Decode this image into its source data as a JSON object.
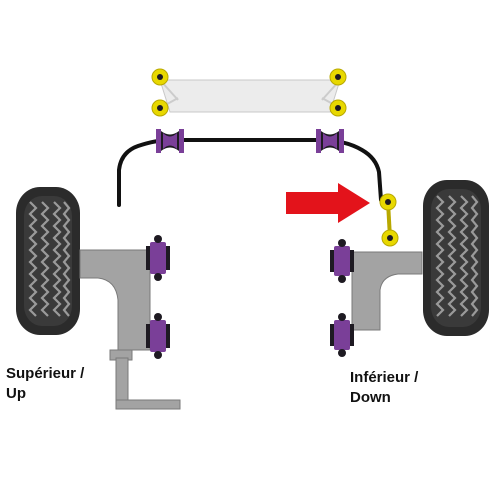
{
  "labels": {
    "left_line1": "Supérieur /",
    "left_line2": "Up",
    "right_line1": "Inférieur /",
    "right_line2": "Down"
  },
  "colors": {
    "tyre": "#2b2b2b",
    "tread": "#9a9a9a",
    "arm": "#a3a3a3",
    "arm_stroke": "#7a7a7a",
    "bush": "#7a3f98",
    "bush_dark": "#1e1a22",
    "drop_link": "#e8d800",
    "crossmember": "#ececec",
    "anti_roll_bar": "#111111",
    "arrow": "#e3131b"
  },
  "icons": [
    "arrow-right-icon"
  ]
}
